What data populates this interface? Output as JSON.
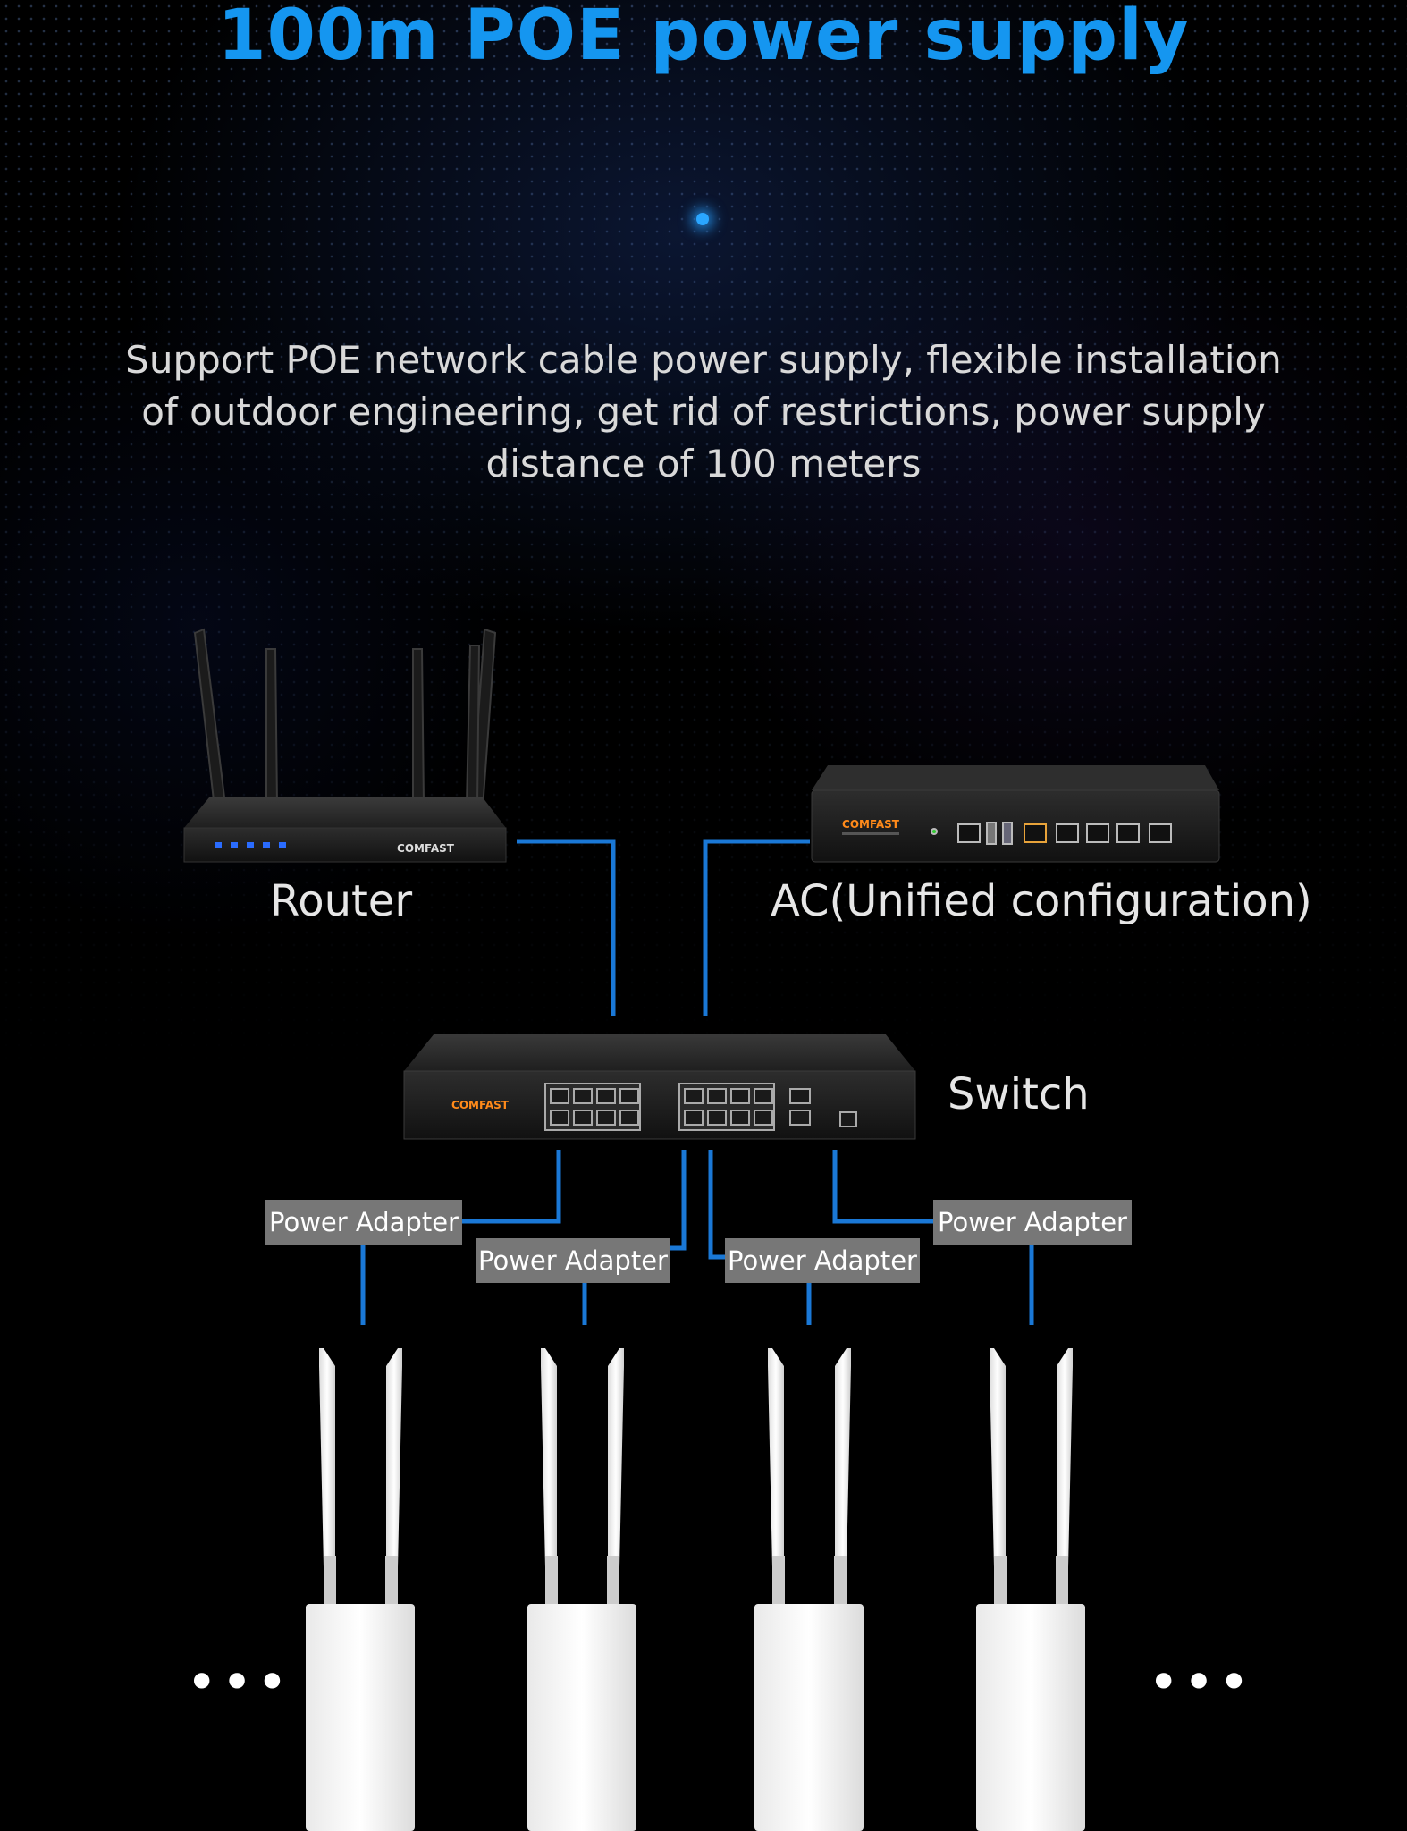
{
  "title": "100m POE power supply",
  "description": "Support POE network cable power supply, flexible installation of outdoor engineering, get rid of restrictions, power supply distance of 100 meters",
  "nodes": {
    "router": "Router",
    "ac": "AC(Unified configuration)",
    "switch": "Switch"
  },
  "devices": {
    "router_brand": "COMFAST",
    "ac_brand": "COMFAST",
    "switch_brand": "COMFAST"
  },
  "adapters": [
    "Power Adapter",
    "Power Adapter",
    "Power Adapter",
    "Power Adapter"
  ],
  "more_left": "•••",
  "more_right": "•••",
  "colors": {
    "title": "#1596f0",
    "link": "#1a78d6",
    "adapter_bg": "#777777"
  }
}
